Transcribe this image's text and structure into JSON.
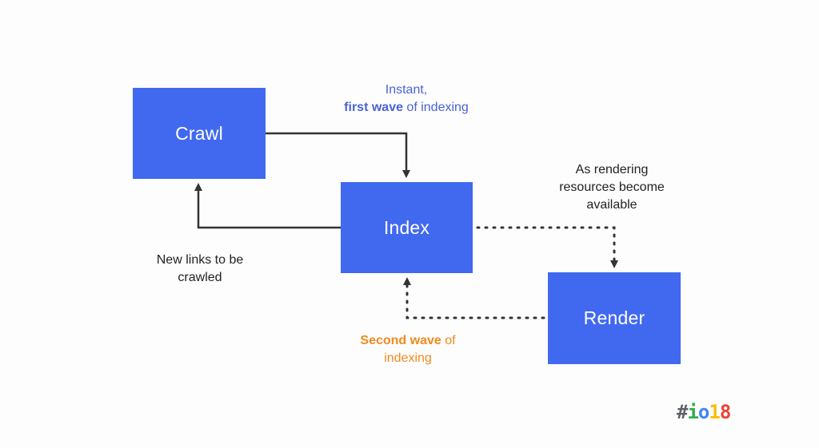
{
  "diagram": {
    "nodes": {
      "crawl": "Crawl",
      "index": "Index",
      "render": "Render"
    },
    "labels": {
      "first_wave": {
        "line1": "Instant,",
        "bold": "first wave",
        "rest": " of indexing"
      },
      "available": {
        "line1": "As rendering",
        "line2": "resources become",
        "line3": "available"
      },
      "new_links": {
        "line1": "New links to be",
        "line2": "crawled"
      },
      "second_wave": {
        "bold": "Second wave",
        "rest": " of",
        "line2": "indexing"
      }
    }
  },
  "logo": {
    "text": "#io18",
    "colors": {
      "hash": "#5f6368",
      "i": "#34a853",
      "o": "#4285f4",
      "one": "#fbbc04",
      "eight": "#ea4335"
    }
  },
  "colors": {
    "node_fill": "#4169f0",
    "node_text": "#ffffff",
    "blue_text": "#4a63d6",
    "orange_text": "#f08a1e",
    "arrow": "#333333"
  }
}
